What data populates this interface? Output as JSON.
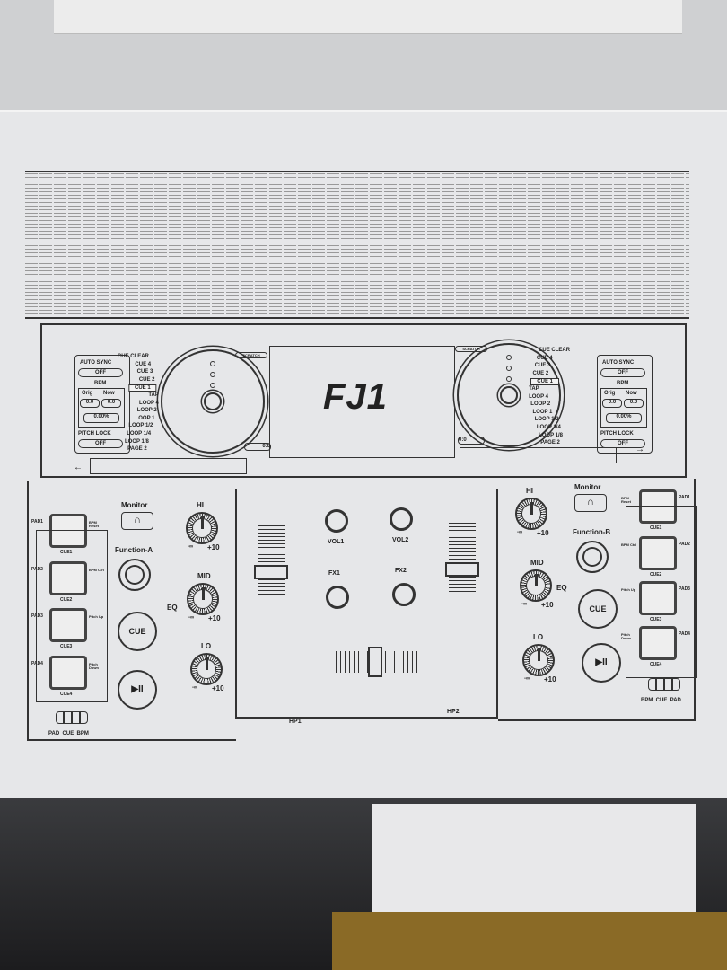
{
  "device": {
    "title": "FJ1"
  },
  "deck_left": {
    "auto_sync": "AUTO SYNC",
    "auto_sync_state": "OFF",
    "bpm": "BPM",
    "orig": "Orig",
    "now": "Now",
    "orig_value": "0.0",
    "now_value": "0.0",
    "pitch": "0.00%",
    "pitch_lock": "PITCH LOCK",
    "pitch_lock_state": "OFF",
    "scratch": "SCRATCH",
    "time": "0:0",
    "arrow": "←",
    "menu": [
      "CUE CLEAR",
      "CUE 4",
      "CUE 3",
      "CUE 2",
      "CUE 1",
      "TAP",
      "LOOP 4",
      "LOOP 2",
      "LOOP 1",
      "LOOP 1/2",
      "LOOP 1/4",
      "LOOP 1/8",
      "PAGE 2"
    ]
  },
  "deck_right": {
    "auto_sync": "AUTO SYNC",
    "auto_sync_state": "OFF",
    "bpm": "BPM",
    "orig": "Orig",
    "now": "Now",
    "orig_value": "0.0",
    "now_value": "0.0",
    "pitch": "0.00%",
    "pitch_lock": "PITCH LOCK",
    "pitch_lock_state": "OFF",
    "scratch": "SCRATCH",
    "time": "0:0",
    "arrow": "→",
    "menu": [
      "CUE CLEAR",
      "CUE 4",
      "CUE 3",
      "CUE 2",
      "CUE 1",
      "TAP",
      "LOOP 4",
      "LOOP 2",
      "LOOP 1",
      "LOOP 1/2",
      "LOOP 1/4",
      "LOOP 1/8",
      "PAGE 2"
    ]
  },
  "left": {
    "monitor": "Monitor",
    "function": "Function-A",
    "cue": "CUE",
    "play": "▶II",
    "pads": [
      "PAD1",
      "PAD2",
      "PAD3",
      "PAD4"
    ],
    "cues": [
      "CUE1",
      "CUE2",
      "CUE3",
      "CUE4"
    ],
    "side": [
      "BPM Reset",
      "BPM Ctrl",
      "Pitch Up",
      "Pitch Down"
    ],
    "switch": "PAD  CUE  BPM",
    "eq": "EQ",
    "hi": "HI",
    "mid": "MID",
    "lo": "LO",
    "min": "-∞",
    "max": "+10"
  },
  "right": {
    "monitor": "Monitor",
    "function": "Function-B",
    "cue": "CUE",
    "play": "▶II",
    "pads": [
      "PAD1",
      "PAD2",
      "PAD3",
      "PAD4"
    ],
    "cues": [
      "CUE1",
      "CUE2",
      "CUE3",
      "CUE4"
    ],
    "side": [
      "BPM Reset",
      "BPM Ctrl",
      "Pitch Up",
      "Pitch Down"
    ],
    "switch": "BPM  CUE  PAD",
    "eq": "EQ",
    "hi": "HI",
    "mid": "MID",
    "lo": "LO",
    "min": "-∞",
    "max": "+10"
  },
  "mixer": {
    "vol1": "VOL1",
    "vol2": "VOL2",
    "fx1": "FX1",
    "fx2": "FX2",
    "hp1": "HP1",
    "hp2": "HP2"
  },
  "icons": {
    "monitor": "headphones-icon",
    "play": "play-pause-icon"
  }
}
